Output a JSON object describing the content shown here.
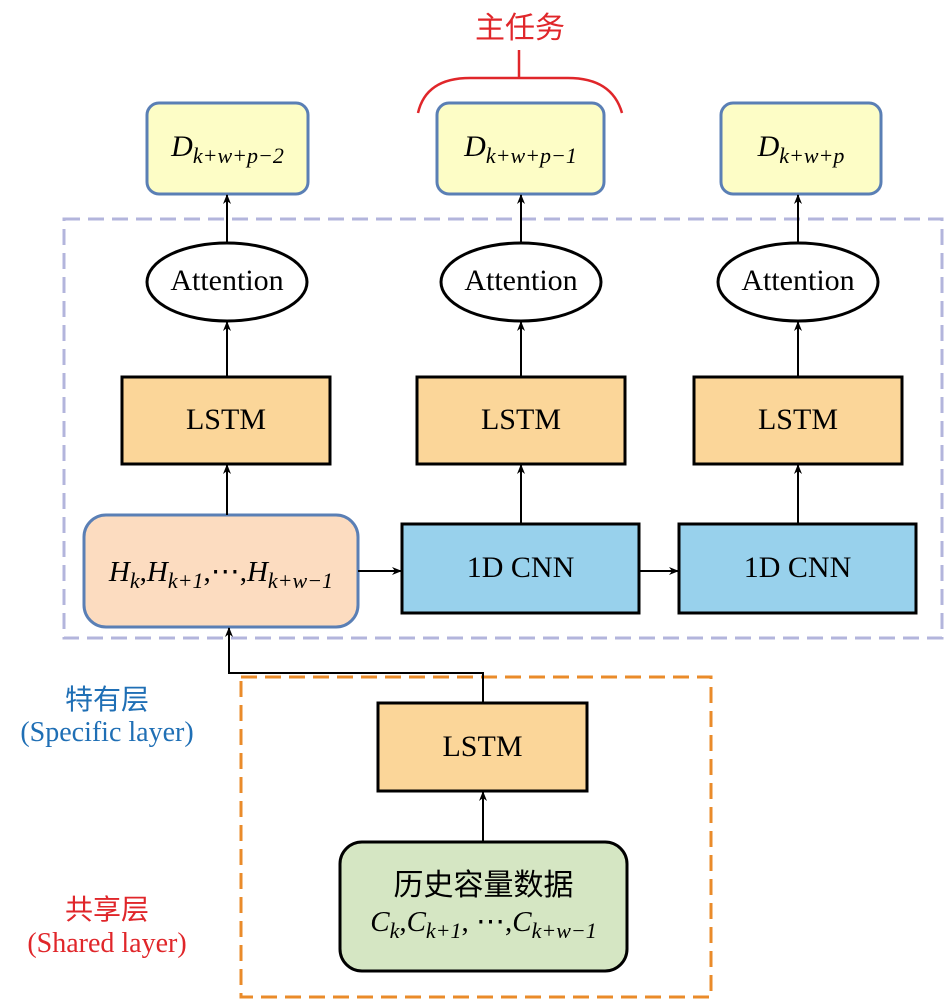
{
  "main_task_label": "主任务",
  "outputs": [
    {
      "base": "D",
      "sub": "k+w+p−2"
    },
    {
      "base": "D",
      "sub": "k+w+p−1"
    },
    {
      "base": "D",
      "sub": "k+w+p"
    }
  ],
  "attention_label": "Attention",
  "lstm_label": "LSTM",
  "cnn_label": "1D CNN",
  "hidden_seq": {
    "h1": "H",
    "s1": "k",
    "sep1": ",",
    "h2": "H",
    "s2": "k+1",
    "sep2": ",⋯,",
    "h3": "H",
    "s3": "k+w−1"
  },
  "specific_layer": {
    "cn": "特有层",
    "en": "(Specific layer)"
  },
  "shared_layer": {
    "cn": "共享层",
    "en": "(Shared layer)"
  },
  "history": {
    "title": "历史容量数据",
    "c1": "C",
    "s1": "k",
    "sep1": ",",
    "c2": "C",
    "s2": "k+1",
    "sep2": ", ⋯,",
    "c3": "C",
    "s3": "k+w−1"
  },
  "colors": {
    "output_fill": "#fdfdc6",
    "output_border": "#5a7fb5",
    "lstm_fill": "#fbd699",
    "cnn_fill": "#98d1ec",
    "hidden_fill": "#fcdcc0",
    "history_fill": "#d5e6c3",
    "specific_border": "#b3b5dc",
    "shared_border": "#ea8b2a",
    "red": "#e0262a",
    "blue": "#1f6fb5"
  }
}
